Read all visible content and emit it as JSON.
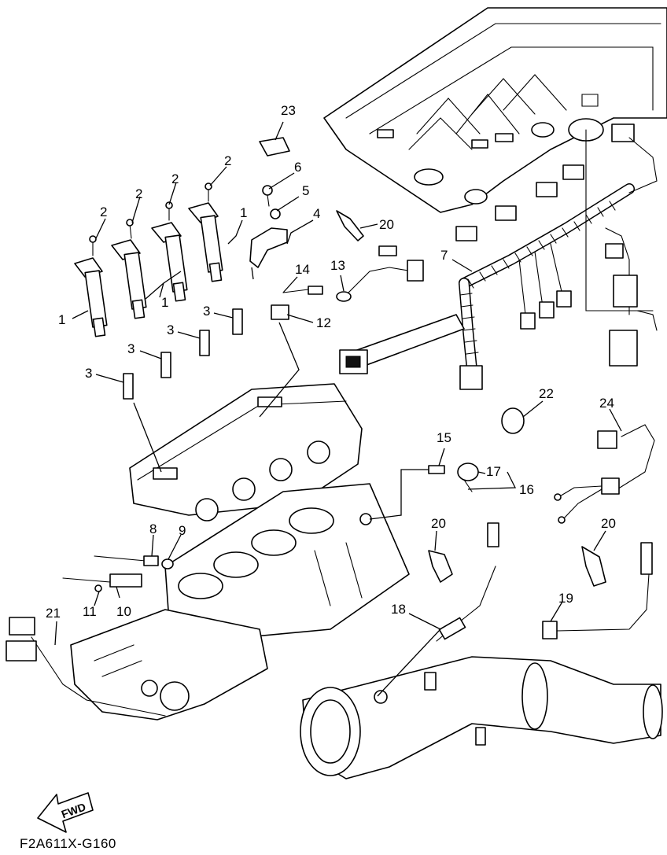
{
  "diagram": {
    "code": "F2A611X-G160",
    "fwd_label": "FWD",
    "callouts": [
      {
        "id": "c1a",
        "text": "1"
      },
      {
        "id": "c1b",
        "text": "1"
      },
      {
        "id": "c1c",
        "text": "1"
      },
      {
        "id": "c2a",
        "text": "2"
      },
      {
        "id": "c2b",
        "text": "2"
      },
      {
        "id": "c2c",
        "text": "2"
      },
      {
        "id": "c2d",
        "text": "2"
      },
      {
        "id": "c3a",
        "text": "3"
      },
      {
        "id": "c3b",
        "text": "3"
      },
      {
        "id": "c3c",
        "text": "3"
      },
      {
        "id": "c3d",
        "text": "3"
      },
      {
        "id": "c4",
        "text": "4"
      },
      {
        "id": "c5",
        "text": "5"
      },
      {
        "id": "c6",
        "text": "6"
      },
      {
        "id": "c7",
        "text": "7"
      },
      {
        "id": "c8",
        "text": "8"
      },
      {
        "id": "c9",
        "text": "9"
      },
      {
        "id": "c10",
        "text": "10"
      },
      {
        "id": "c11",
        "text": "11"
      },
      {
        "id": "c12",
        "text": "12"
      },
      {
        "id": "c13",
        "text": "13"
      },
      {
        "id": "c14",
        "text": "14"
      },
      {
        "id": "c15",
        "text": "15"
      },
      {
        "id": "c16",
        "text": "16"
      },
      {
        "id": "c17",
        "text": "17"
      },
      {
        "id": "c18",
        "text": "18"
      },
      {
        "id": "c19",
        "text": "19"
      },
      {
        "id": "c20a",
        "text": "20"
      },
      {
        "id": "c20b",
        "text": "20"
      },
      {
        "id": "c20c",
        "text": "20"
      },
      {
        "id": "c21",
        "text": "21"
      },
      {
        "id": "c22",
        "text": "22"
      },
      {
        "id": "c23",
        "text": "23"
      },
      {
        "id": "c24",
        "text": "24"
      }
    ]
  }
}
